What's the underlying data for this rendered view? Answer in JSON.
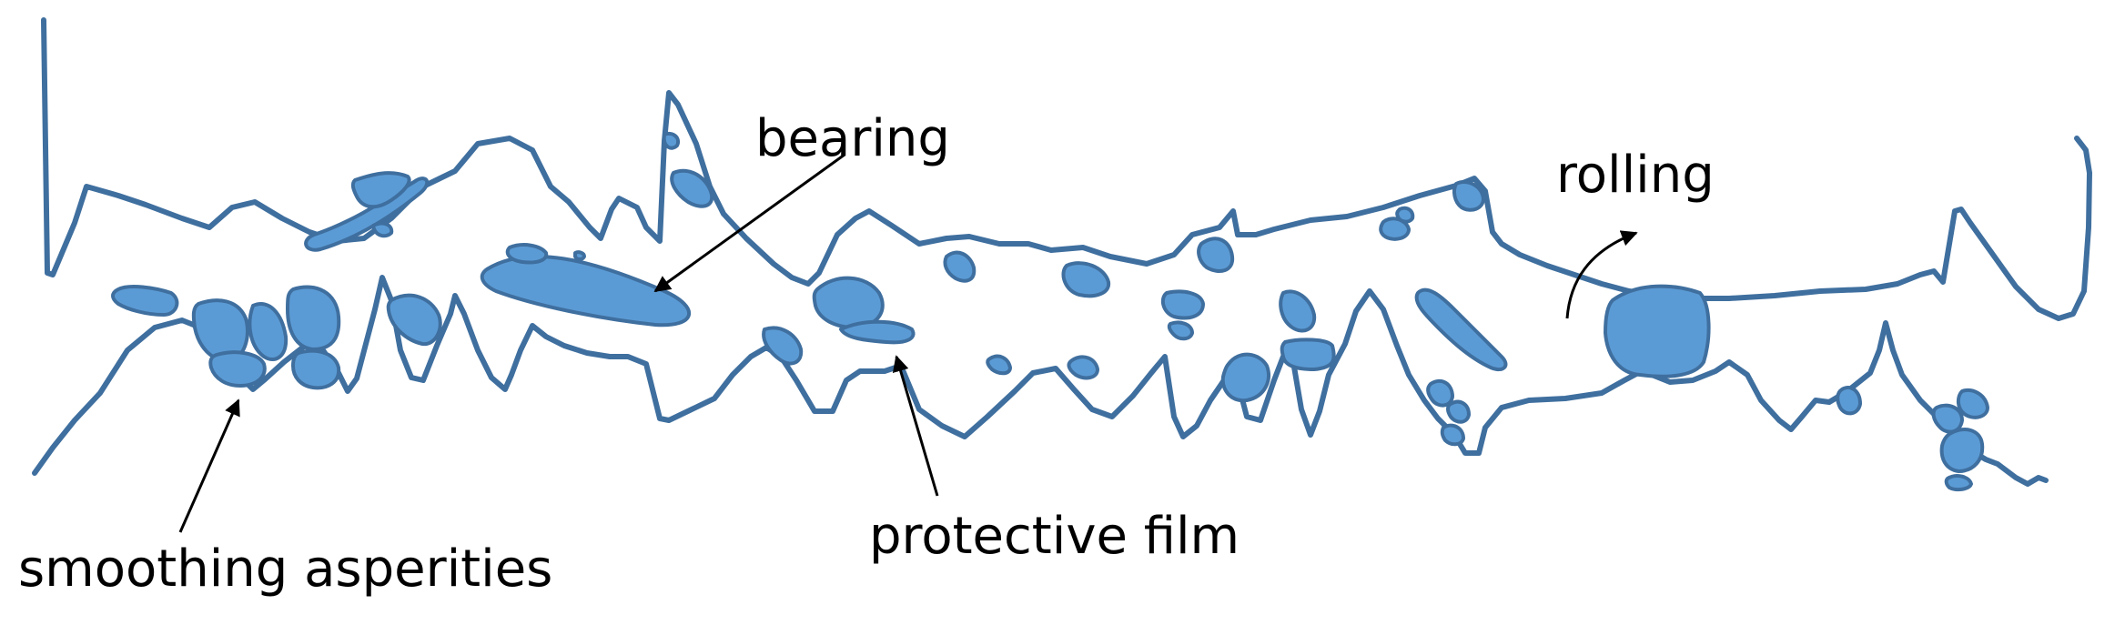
{
  "labels": {
    "bearing": "bearing",
    "rolling": "rolling",
    "protective_film": "protective film",
    "smoothing_asperities": "smoothing asperities"
  },
  "colors": {
    "surface_outline": "#3f6f9f",
    "particle_fill": "#5b9bd5",
    "arrow": "#000000",
    "background": "#ffffff"
  }
}
